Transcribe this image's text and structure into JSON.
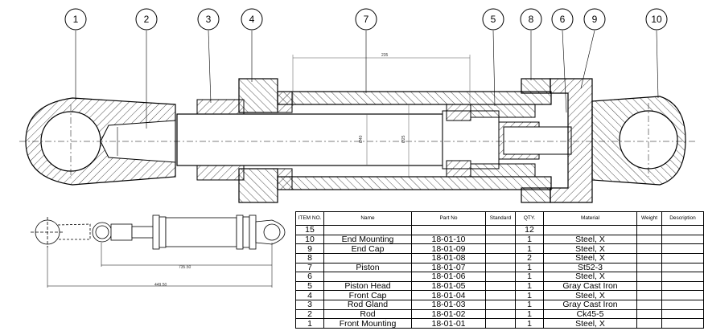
{
  "balloons": [
    "1",
    "2",
    "3",
    "4",
    "7",
    "5",
    "8",
    "6",
    "9",
    "10"
  ],
  "dimensions": {
    "stroke_length": "235",
    "bore_dia_a": "Ø40",
    "bore_dia_b": "Ø25",
    "mini_len_a": "735.50",
    "mini_len_b": "449.50"
  },
  "bom": {
    "headers": [
      "ITEM NO.",
      "Name",
      "Part No",
      "Standard",
      "QTY.",
      "Material",
      "Weight",
      "Description"
    ],
    "rows": [
      {
        "item": "15",
        "name": "",
        "part": "",
        "std": "",
        "qty": "12",
        "mat": "",
        "wt": "",
        "desc": ""
      },
      {
        "item": "10",
        "name": "End Mounting",
        "part": "18-01-10",
        "std": "",
        "qty": "1",
        "mat": "Steel, X",
        "wt": "",
        "desc": ""
      },
      {
        "item": "9",
        "name": "End Cap",
        "part": "18-01-09",
        "std": "",
        "qty": "1",
        "mat": "Steel, X",
        "wt": "",
        "desc": ""
      },
      {
        "item": "8",
        "name": "",
        "part": "18-01-08",
        "std": "",
        "qty": "2",
        "mat": "Steel, X",
        "wt": "",
        "desc": ""
      },
      {
        "item": "7",
        "name": "Piston",
        "part": "18-01-07",
        "std": "",
        "qty": "1",
        "mat": "St52-3",
        "wt": "",
        "desc": ""
      },
      {
        "item": "6",
        "name": "",
        "part": "18-01-06",
        "std": "",
        "qty": "1",
        "mat": "Steel, X",
        "wt": "",
        "desc": ""
      },
      {
        "item": "5",
        "name": "Piston Head",
        "part": "18-01-05",
        "std": "",
        "qty": "1",
        "mat": "Gray Cast Iron",
        "wt": "",
        "desc": ""
      },
      {
        "item": "4",
        "name": "Front Cap",
        "part": "18-01-04",
        "std": "",
        "qty": "1",
        "mat": "Steel, X",
        "wt": "",
        "desc": ""
      },
      {
        "item": "3",
        "name": "Rod Gland",
        "part": "18-01-03",
        "std": "",
        "qty": "1",
        "mat": "Gray Cast Iron",
        "wt": "",
        "desc": ""
      },
      {
        "item": "2",
        "name": "Rod",
        "part": "18-01-02",
        "std": "",
        "qty": "1",
        "mat": "Ck45-5",
        "wt": "",
        "desc": ""
      },
      {
        "item": "1",
        "name": "Front Mounting",
        "part": "18-01-01",
        "std": "",
        "qty": "1",
        "mat": "Steel, X",
        "wt": "",
        "desc": ""
      }
    ]
  }
}
